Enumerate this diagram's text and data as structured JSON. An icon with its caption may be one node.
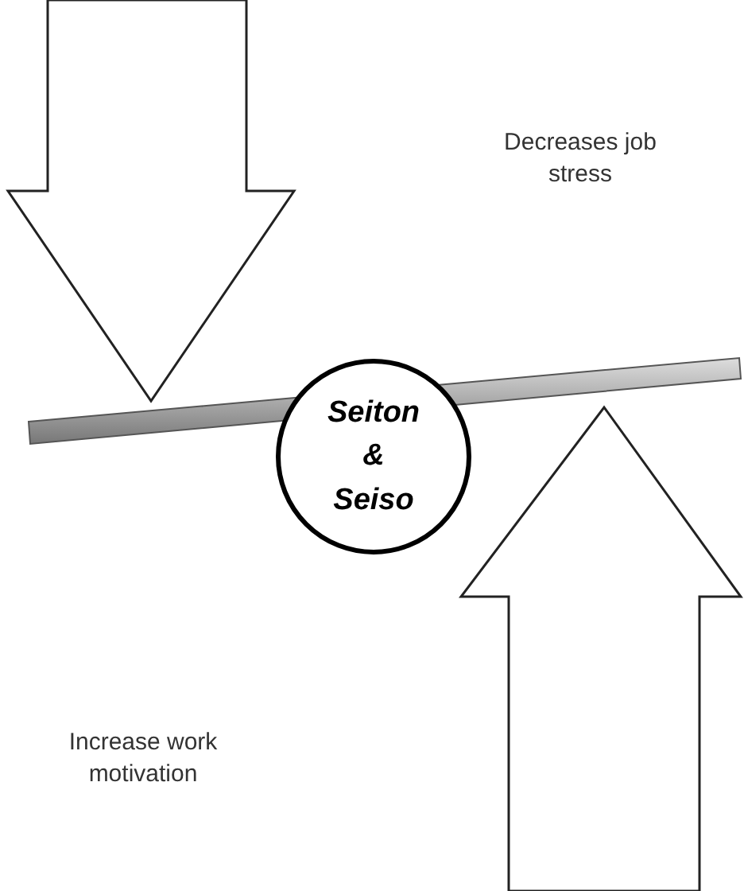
{
  "diagram": {
    "nodes": [
      {
        "text": [
          "Seiton & Seiso"
        ]
      }
    ],
    "labels": [
      "Decreases job stress",
      "Increase work motivation"
    ]
  }
}
